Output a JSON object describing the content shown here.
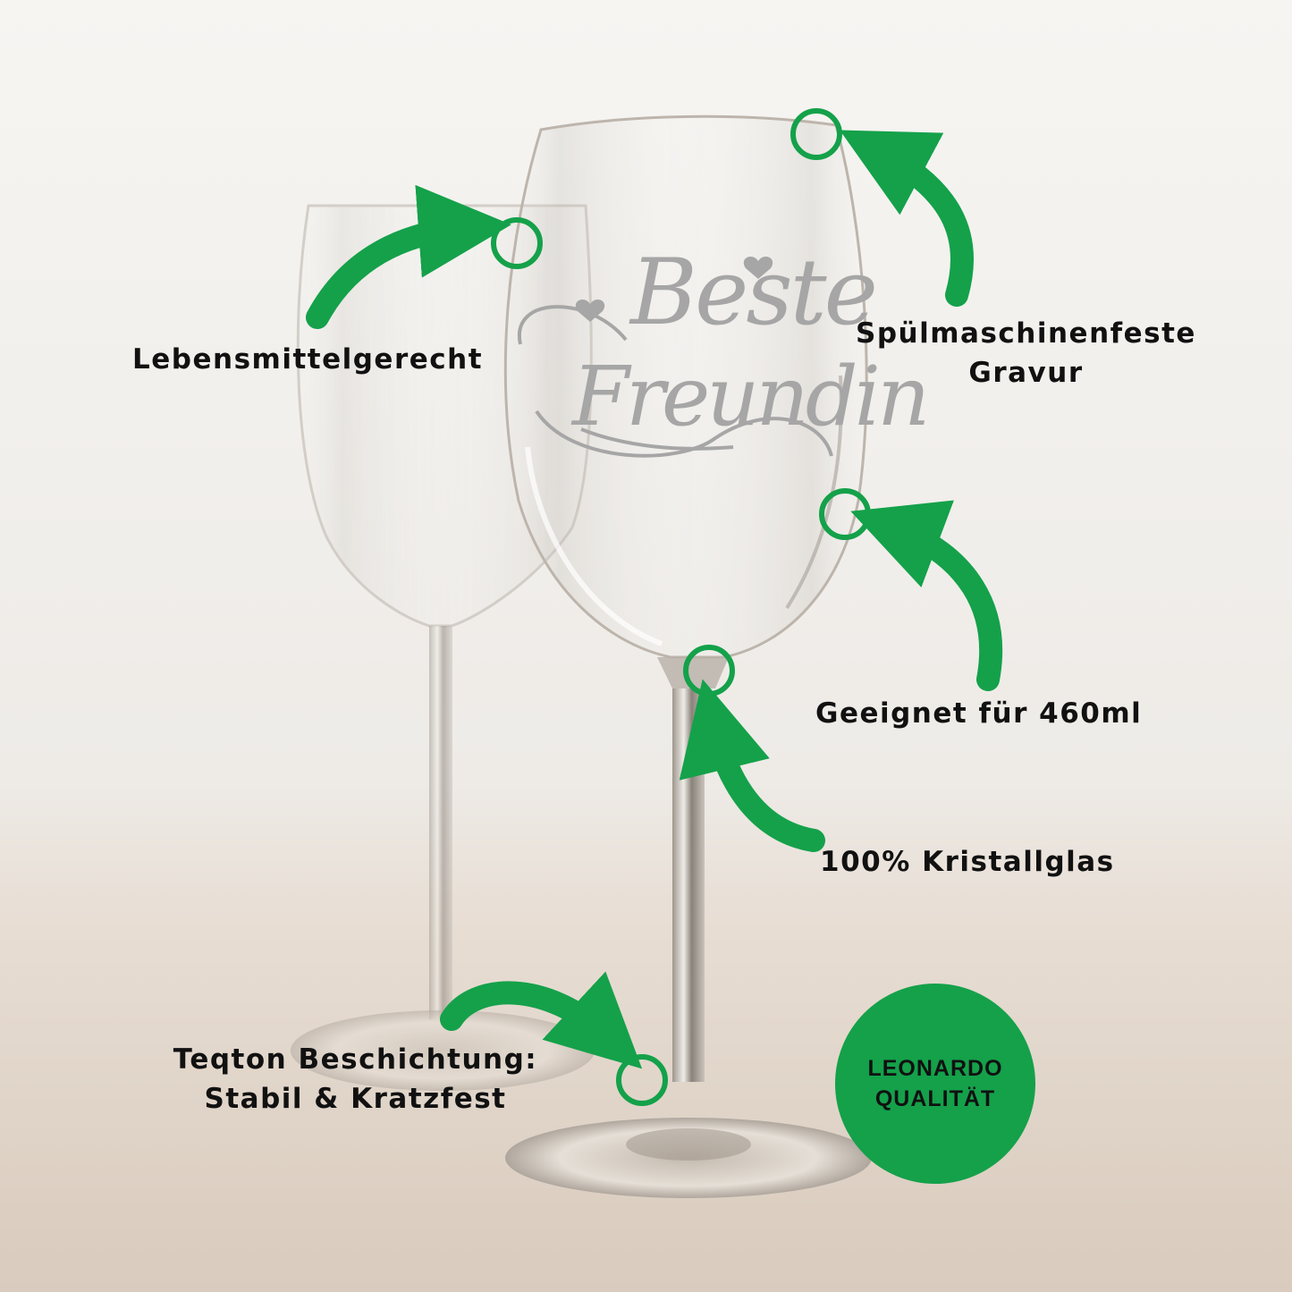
{
  "engraving": {
    "line1": "Beste",
    "line2": "Freundin"
  },
  "callouts": {
    "food_safe": "Lebensmittelgerecht",
    "dishwasher_line1": "Spülmaschinenfeste",
    "dishwasher_line2": "Gravur",
    "capacity": "Geeignet für 460ml",
    "crystal": "100% Kristallglas",
    "coating_line1": "Teqton Beschichtung:",
    "coating_line2": "Stabil & Kratzfest"
  },
  "badge": {
    "line1": "LEONARDO",
    "line2": "QUALITÄT"
  },
  "colors": {
    "accent_green": "#14a14a",
    "text": "#111111",
    "engraving": "#a6a6a6"
  }
}
